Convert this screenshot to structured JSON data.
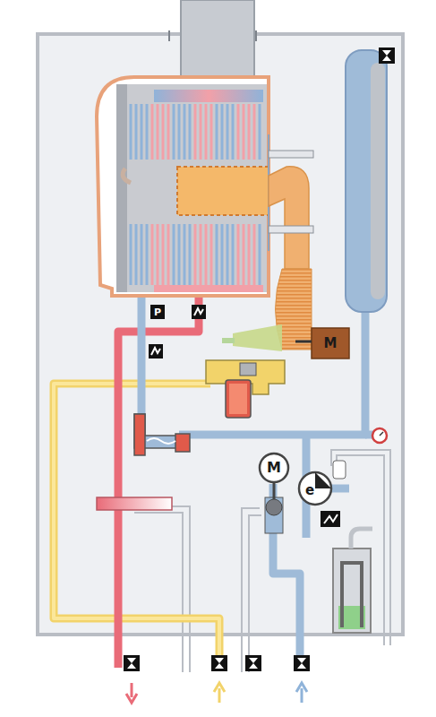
{
  "diagram": {
    "labels": [
      "P",
      "M",
      "M",
      "e"
    ]
  }
}
